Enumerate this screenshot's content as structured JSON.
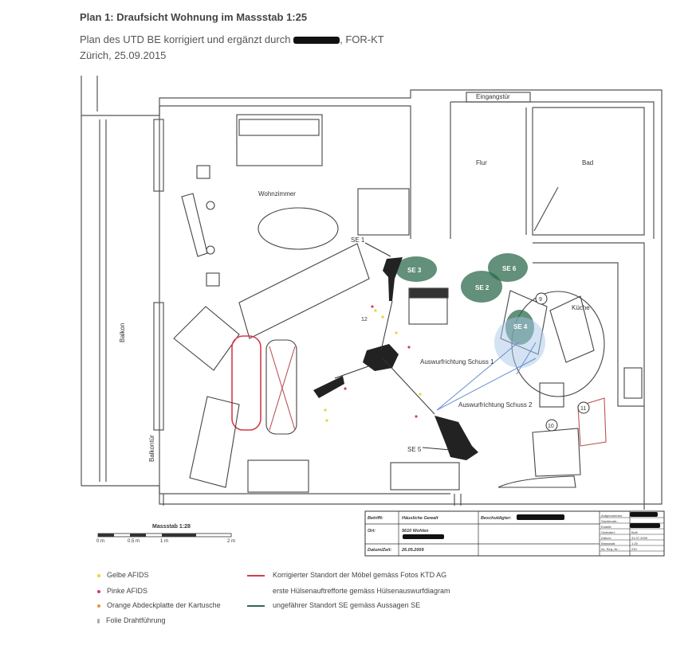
{
  "header": {
    "title": "Plan 1: Draufsicht Wohnung im Massstab 1:25",
    "subtitle_prefix": "Plan des UTD BE korrigiert und ergänzt durch",
    "subtitle_suffix": ", FOR-KT",
    "date_line": "Zürich, 25.09.2015"
  },
  "rooms": {
    "eingang": "Eingangstür",
    "flur": "Flur",
    "bad": "Bad",
    "wohnzimmer": "Wohnzimmer",
    "kueche": "Küche",
    "balkon": "Balkon",
    "balkontuer": "Balkontür"
  },
  "markers": {
    "se1": "SE 1",
    "se3": "SE 3",
    "se2": "SE 2",
    "se6": "SE 6",
    "se4": "SE 4",
    "se5": "SE 5",
    "n9": "9",
    "n10": "10",
    "n11": "11",
    "n12": "12",
    "schuss1": "Auswurfrichtung Schuss 1",
    "schuss2": "Auswurfrichtung Schuss 2"
  },
  "scale": {
    "title": "Massstab 1:28",
    "ticks": [
      "0 m",
      "0.5 m",
      "1 m",
      "2 m"
    ]
  },
  "titleblock": {
    "betrifft_label": "Betrifft:",
    "betrifft_value": "Häusliche Gewalt",
    "ort_label": "Ort:",
    "ort_value": "5610 Wohlen",
    "datum_label": "Datum/Zeit:",
    "datum_value": "26.05.2009",
    "beschuldigter_label": "Beschuldigter:",
    "right_rows": [
      "Aufgenommen:",
      "Sachbearb.:",
      "Erstellt:",
      "Geändert:",
      "Datum:",
      "Massstab:",
      "Int. Reg.-Nr.:"
    ],
    "right_values": [
      "",
      "",
      "",
      "Bolli",
      "31.07.2009",
      "1:25",
      "230"
    ]
  },
  "legend": {
    "col1": [
      {
        "text": "Gelbe AFIDS",
        "color": "#e8d630"
      },
      {
        "text": "Pinke AFIDS",
        "color": "#d63a6a"
      },
      {
        "text": "Orange Abdeckplatte der Kartusche",
        "color": "#e8933a"
      },
      {
        "text": "Folie Drahtführung",
        "color": "#aaaaaa"
      }
    ],
    "col2": [
      {
        "text": "Korrigierter Standort der Möbel gemäss Fotos KTD AG",
        "color": "#d63a4a"
      },
      {
        "text": "erste Hülsenauftrefforte gemäss Hülsenauswurfdiagram",
        "color": ""
      },
      {
        "text": "ungefährer Standort SE gemäss Aussagen SE",
        "color": "#2e6b4e"
      }
    ]
  }
}
